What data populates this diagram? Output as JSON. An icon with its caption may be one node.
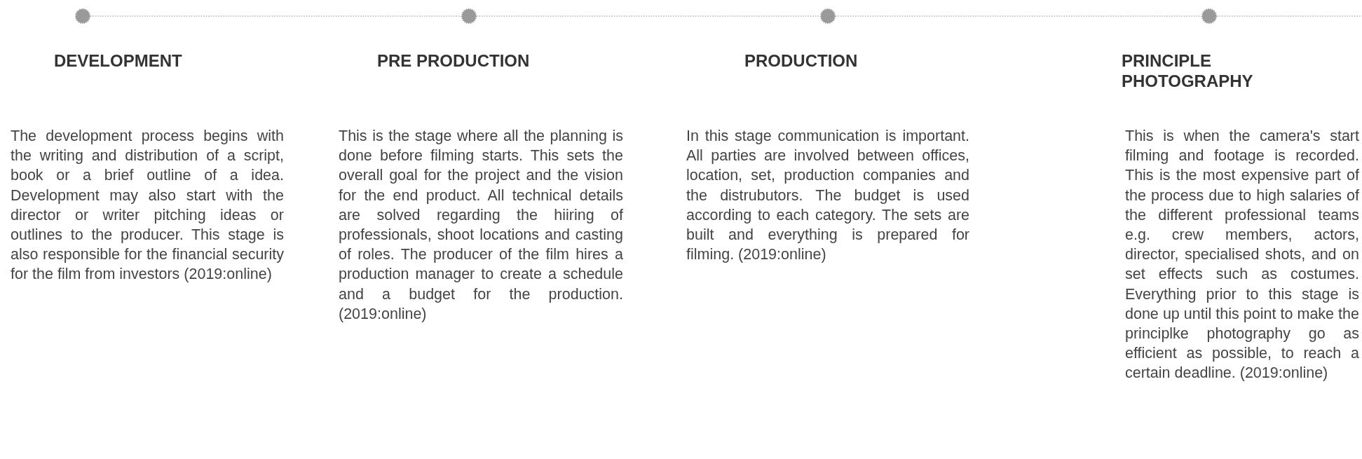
{
  "diagram": {
    "nodes": [
      {
        "text": [],
        "shape": "circle",
        "beside": [
          "DEVELOPMENT"
        ]
      },
      {
        "text": [],
        "shape": "circle",
        "beside": [
          "PRE PRODUCTION"
        ]
      },
      {
        "text": [],
        "shape": "circle",
        "beside": [
          "PRODUCTION"
        ]
      },
      {
        "text": [],
        "shape": "circle",
        "beside": [
          "PRINCIPLE PHOTOGRAPHY"
        ]
      }
    ],
    "edges": [
      {
        "from": 0,
        "to": 1,
        "arrow": "none",
        "style": "dashed"
      },
      {
        "from": 1,
        "to": 2,
        "arrow": "none",
        "style": "dashed"
      },
      {
        "from": 2,
        "to": 3,
        "arrow": "none",
        "style": "dashed"
      },
      {
        "from": 3,
        "to": null,
        "arrow": "none",
        "style": "dashed"
      }
    ],
    "labels": [
      "The development process begins with the writing and distribution of a script, book or a brief outline of a idea. Development may also start with the director or writer pitching ideas or outlines to the producer. This stage is also responsible for the financial security for the film from investors (2019:online)",
      "This is the stage where all the planning is done before filming starts. This sets the overall goal for the project and the vision for the end product.  All technical details are solved regarding the hiiring of professionals, shoot locations and casting of roles. The producer of the film hires a production manager to create a schedule and a budget for the production. (2019:online)",
      "In this stage communication is important. All parties are involved between offices, location, set, production companies and the distrubutors. The budget is used according to each category. The sets are built and everything is prepared for filming. (2019:online)",
      "This is when the camera's start filming and footage is recorded. This is the most expensive part of the process due to high salaries of the different professional teams e.g. crew members, actors, director, specialised shots, and on set effects such as costumes. Everything prior to this stage is done up until this point to make the principlke photography go as efficient as possible, to reach a certain deadline. (2019:online)"
    ]
  }
}
